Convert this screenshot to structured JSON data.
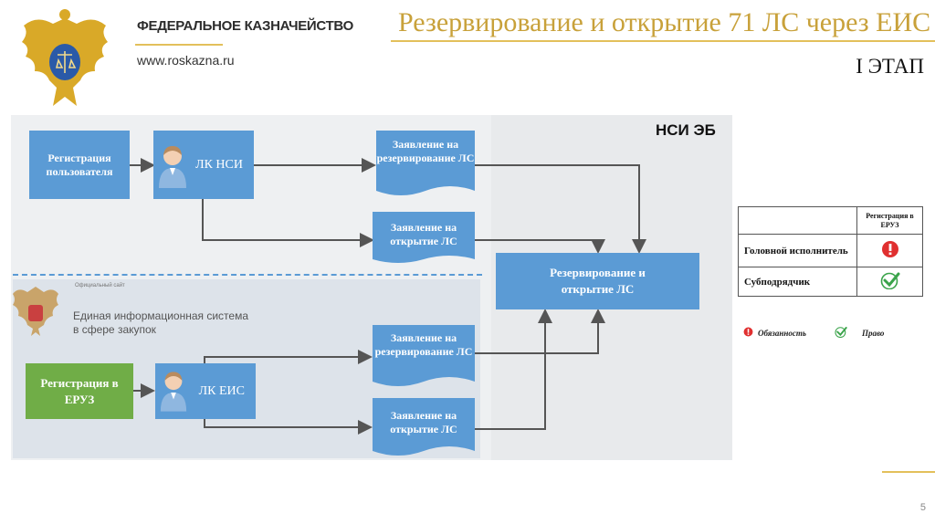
{
  "header": {
    "org_name": "ФЕДЕРАЛЬНОЕ КАЗНАЧЕЙСТВО",
    "url": "www.roskazna.ru",
    "title": "Резервирование и открытие 71 ЛС через ЕИС",
    "stage": "I ЭТАП"
  },
  "diagram": {
    "region_label": "НСИ ЭБ",
    "eis_small": "Официальный сайт",
    "eis_title": "Единая информационная система в сфере закупок",
    "nodes": {
      "reg_user": "Регистрация пользователя",
      "lk_nsi": "ЛК НСИ",
      "app_reserve_1": "Заявление на резервирование ЛС",
      "app_open_1": "Заявление на открытие ЛС",
      "reserve_open": "Резервирование и открытие ЛС",
      "reg_eruz": "Регистрация в ЕРУЗ",
      "lk_eis": "ЛК ЕИС",
      "app_reserve_2": "Заявление на резервирование ЛС",
      "app_open_2": "Заявление на открытие ЛС"
    }
  },
  "table": {
    "header": "Регистрация в ЕРУЗ",
    "rows": [
      {
        "label": "Головной исполнитель",
        "mark": "exclamation-icon"
      },
      {
        "label": "Субподрядчик",
        "mark": "check-icon"
      }
    ]
  },
  "legend": {
    "duty": "Обязанность",
    "right": "Право"
  },
  "colors": {
    "box_blue": "#5b9bd5",
    "box_green": "#70ad47",
    "gold": "#c8a13a",
    "red": "#e03030"
  },
  "page_number": "5"
}
